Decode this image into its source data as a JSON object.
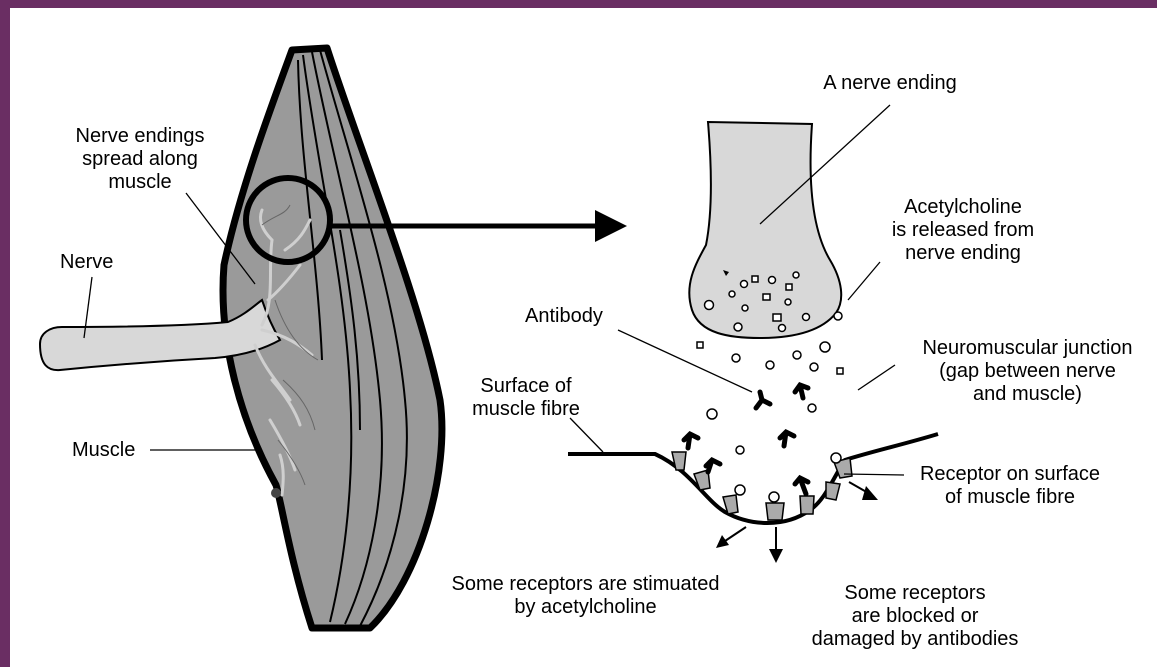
{
  "colors": {
    "background_border": "#6a2e63",
    "muscle_fill": "#9a9a9a",
    "nerve_fill": "#d8d8d8",
    "ink": "#000000"
  },
  "labels": {
    "nerve_endings_line1": "Nerve endings",
    "nerve_endings_line2": "spread along",
    "nerve_endings_line3": "muscle",
    "nerve": "Nerve",
    "muscle": "Muscle",
    "a_nerve_ending": "A nerve ending",
    "acetylcholine_line1": "Acetylcholine",
    "acetylcholine_line2": "is released from",
    "acetylcholine_line3": "nerve ending",
    "antibody": "Antibody",
    "junction_line1": "Neuromuscular junction",
    "junction_line2": "(gap between nerve",
    "junction_line3": "and muscle)",
    "surface_line1": "Surface of",
    "surface_line2": "muscle fibre",
    "receptor_line1": "Receptor on surface",
    "receptor_line2": "of muscle fibre",
    "stimulated_line1": "Some receptors are stimuated",
    "stimulated_line2": "by acetylcholine",
    "blocked_line1": "Some receptors",
    "blocked_line2": "are blocked or",
    "blocked_line3": "damaged by antibodies"
  }
}
